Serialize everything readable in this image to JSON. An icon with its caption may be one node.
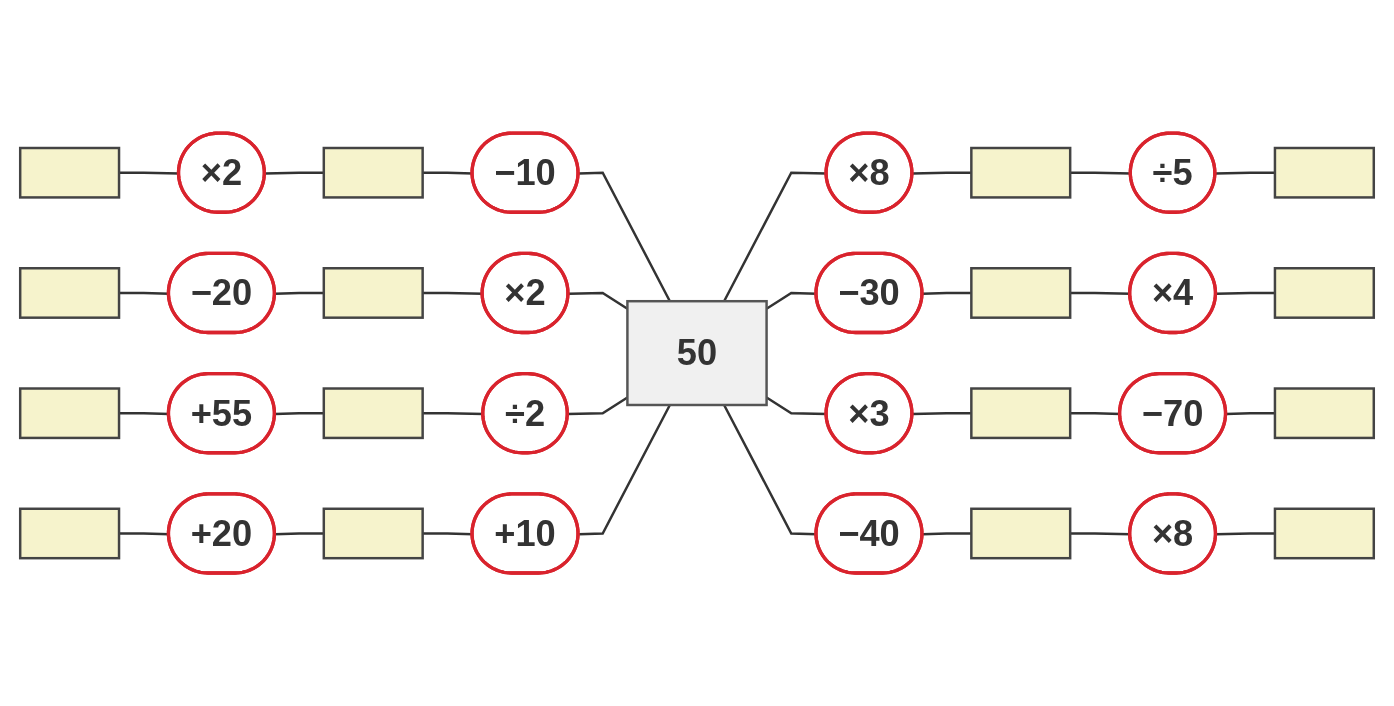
{
  "diagram": {
    "nodes": [
      {
        "text": [],
        "shape": "box"
      },
      {
        "text": [],
        "shape": "box"
      },
      {
        "text": [],
        "shape": "box"
      },
      {
        "text": [
          "×2"
        ]
      },
      {
        "text": [
          "−20"
        ]
      },
      {
        "text": [
          "÷5"
        ]
      },
      {
        "text": [],
        "shape": "box"
      },
      {
        "text": [],
        "shape": "box"
      },
      {
        "text": [],
        "shape": "box"
      },
      {
        "text": [
          "−10"
        ]
      },
      {
        "text": [
          "×2"
        ]
      },
      {
        "text": [
          "×8"
        ]
      },
      {
        "text": [],
        "shape": "box"
      },
      {
        "text": [
          "+55"
        ]
      },
      {
        "text": [],
        "shape": "box"
      },
      {
        "text": [
          "÷2"
        ]
      },
      {
        "text": [
          "50"
        ]
      },
      {
        "text": [
          "−30"
        ]
      },
      {
        "text": [],
        "shape": "box"
      },
      {
        "text": [
          "×4"
        ]
      },
      {
        "text": [],
        "shape": "box"
      },
      {
        "text": [
          "+10"
        ]
      },
      {
        "text": [
          "×3"
        ]
      },
      {
        "text": [
          "−40"
        ]
      },
      {
        "text": [],
        "shape": "box"
      },
      {
        "text": [],
        "shape": "box"
      },
      {
        "text": [],
        "shape": "box"
      },
      {
        "text": [
          "+20"
        ]
      },
      {
        "text": [
          "−70"
        ]
      },
      {
        "text": [
          "×8"
        ]
      },
      {
        "text": [],
        "shape": "box"
      },
      {
        "text": [],
        "shape": "box"
      },
      {
        "text": [],
        "shape": "box"
      }
    ],
    "edges": [
      {
        "from": 0,
        "to": 3,
        "arrow": "none"
      },
      {
        "from": 3,
        "to": 6,
        "arrow": "none"
      },
      {
        "from": 6,
        "to": 9,
        "arrow": "none"
      },
      {
        "from": 9,
        "to": 16,
        "arrow": "none"
      },
      {
        "from": 1,
        "to": 4,
        "arrow": "none"
      },
      {
        "from": 4,
        "to": 7,
        "arrow": "none"
      },
      {
        "from": 7,
        "to": 10,
        "arrow": "none"
      },
      {
        "from": 10,
        "to": 16,
        "arrow": "none"
      },
      {
        "from": 16,
        "to": 11,
        "arrow": "none"
      },
      {
        "from": 11,
        "to": 8,
        "arrow": "none"
      },
      {
        "from": 8,
        "to": 5,
        "arrow": "none"
      },
      {
        "from": 5,
        "to": 2,
        "arrow": "none"
      },
      {
        "from": 12,
        "to": 13,
        "arrow": "none"
      },
      {
        "from": 13,
        "to": 14,
        "arrow": "none"
      },
      {
        "from": 14,
        "to": 15,
        "arrow": "none"
      },
      {
        "from": 15,
        "to": 16,
        "arrow": "none"
      },
      {
        "from": 16,
        "to": 17,
        "arrow": "none"
      },
      {
        "from": 17,
        "to": 18,
        "arrow": "none"
      },
      {
        "from": 18,
        "to": 19,
        "arrow": "none"
      },
      {
        "from": 19,
        "to": 20,
        "arrow": "none"
      },
      {
        "from": 30,
        "to": 27,
        "arrow": "none"
      },
      {
        "from": 27,
        "to": 24,
        "arrow": "none"
      },
      {
        "from": 24,
        "to": 21,
        "arrow": "none"
      },
      {
        "from": 21,
        "to": 16,
        "arrow": "none"
      },
      {
        "from": 16,
        "to": 22,
        "arrow": "none"
      },
      {
        "from": 22,
        "to": 25,
        "arrow": "none"
      },
      {
        "from": 25,
        "to": 28,
        "arrow": "none"
      },
      {
        "from": 28,
        "to": 31,
        "arrow": "none"
      },
      {
        "from": 16,
        "to": 23,
        "arrow": "none"
      },
      {
        "from": 23,
        "to": 26,
        "arrow": "none"
      },
      {
        "from": 26,
        "to": 29,
        "arrow": "none"
      },
      {
        "from": 29,
        "to": 32,
        "arrow": "none"
      }
    ]
  }
}
